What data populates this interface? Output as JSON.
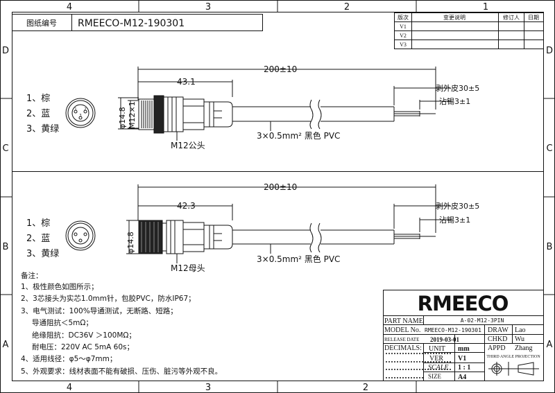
{
  "zones": {
    "top": [
      "4",
      "3",
      "2",
      "1"
    ],
    "bottom": [
      "4",
      "3",
      "2"
    ],
    "side": [
      "D",
      "C",
      "B",
      "A"
    ]
  },
  "drawing_no": {
    "label": "图纸编号",
    "value": "RMEECO-M12-190301"
  },
  "revision_table": {
    "headers": [
      "版次",
      "变更说明",
      "修订人",
      "日期"
    ],
    "rows": [
      "V1",
      "V2",
      "V3"
    ]
  },
  "views": [
    {
      "pins": [
        "1、棕",
        "2、蓝",
        "3、黄绿"
      ],
      "pin_numbers": [
        "1",
        "2",
        "3"
      ],
      "overall_length": "200±10",
      "connector_length": "43.1",
      "diameter": "φ14.8",
      "thread": "M12×1",
      "strip_jacket": "剥外皮30±5",
      "tinning": "沾锡3±1",
      "cable": "3×0.5mm² 黑色 PVC",
      "connector_label": "M12公头"
    },
    {
      "pins": [
        "1、棕",
        "2、蓝",
        "3、黄绿"
      ],
      "overall_length": "200±10",
      "connector_length": "42.3",
      "diameter": "φ14.8",
      "strip_jacket": "剥外皮30±5",
      "tinning": "沾锡3±1",
      "cable": "3×0.5mm² 黑色 PVC",
      "connector_label": "M12母头"
    }
  ],
  "notes": {
    "title": "备注：",
    "lines": [
      "1、极性颜色如图所示；",
      "2、3芯接头为实芯1.0mm针，包胶PVC，防水IP67；",
      "3、电气测试：100%导通测试，无断路、短路；",
      "导通阻抗＜5mΩ；",
      "绝缘阻抗：DC36V ＞100MΩ；",
      "耐电压：220V AC 5mA 60s；",
      "4、适用线径：φ5～φ7mm；",
      "5、外观要求：线材表面不能有破损、压伤、脏污等外观不良。"
    ]
  },
  "title_block": {
    "logo": "RMEECO",
    "part_name_label": "PART NAME",
    "part_name": "A-02-M12-3PIN",
    "model_label": "MODEL No.",
    "model": "RMEECO-M12-190301",
    "release_label": "RELEASE DATE",
    "release": "2019-03-01",
    "decimals_label": "DECIMALS:",
    "unit_label": "UNIT",
    "unit": "mm",
    "ver_label": "VER",
    "ver": "V1",
    "scale_label": "SCALE",
    "scale": "1 : 1",
    "size_label": "SIZE",
    "size": "A4",
    "draw_label": "DRAW",
    "draw": "Lao",
    "chkd_label": "CHKD",
    "chkd": "Wu",
    "appd_label": "APPD",
    "appd": "Zhang",
    "projection": "THIRD ANGLE PROJECTION"
  }
}
